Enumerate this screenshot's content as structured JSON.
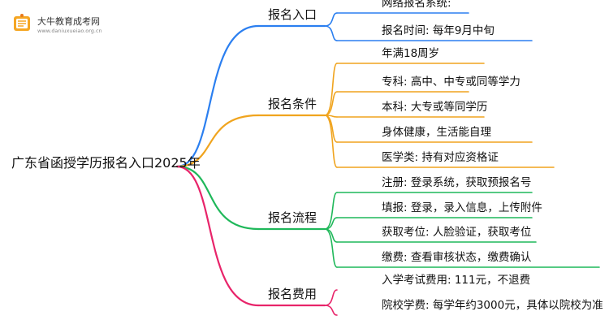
{
  "logo": {
    "title": "大牛教育成考网",
    "url": "www.daniuxueiao.org.cn"
  },
  "root": "广东省函授学历报名入口2025年",
  "branches": [
    {
      "label": "报名入口",
      "color": "#2b7ff0",
      "children": [
        "网络报名系统:",
        "报名时间: 每年9月中旬"
      ]
    },
    {
      "label": "报名条件",
      "color": "#f0a41e",
      "children": [
        "年满18周岁",
        "专科: 高中、中专或同等学力",
        "本科: 大专或等同学历",
        "身体健康，生活能自理",
        "医学类: 持有对应资格证"
      ]
    },
    {
      "label": "报名流程",
      "color": "#1fb85a",
      "children": [
        "注册: 登录系统，获取预报名号",
        "填报: 登录，录入信息，上传附件",
        "获取考位: 人脸验证，获取考位",
        "缴费: 查看审核状态，缴费确认"
      ]
    },
    {
      "label": "报名费用",
      "color": "#e8246a",
      "children": [
        "入学考试费用: 111元，不退费",
        "院校学费: 每学年约3000元，具体以院校为准"
      ]
    }
  ]
}
